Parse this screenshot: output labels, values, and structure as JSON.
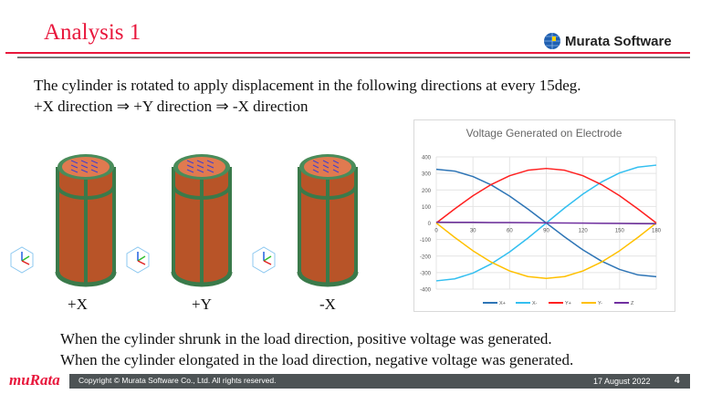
{
  "header": {
    "title": "Analysis 1",
    "brand": "Murata Software"
  },
  "intro": {
    "line1": "The cylinder is rotated to apply displacement in the following directions at every 15deg.",
    "line2": "+X direction ⇒ +Y direction ⇒ -X direction"
  },
  "cylinders": [
    {
      "label": "+X"
    },
    {
      "label": "+Y"
    },
    {
      "label": "-X"
    }
  ],
  "conclusion": {
    "line1": "When the cylinder shrunk in the load direction, positive voltage was generated.",
    "line2": "When the cylinder elongated in the load direction, negative voltage was generated."
  },
  "footer": {
    "logo": "muRata",
    "copyright": "Copyright © Murata Software Co., Ltd. All rights reserved.",
    "date": "17 August 2022",
    "page": "4"
  },
  "chart_data": {
    "type": "line",
    "title": "Voltage Generated on Electrode",
    "xlabel": "",
    "ylabel": "",
    "x": [
      0,
      15,
      30,
      45,
      60,
      75,
      90,
      105,
      120,
      135,
      150,
      165,
      180
    ],
    "xticks": [
      "0",
      "30",
      "60",
      "90",
      "120",
      "150",
      "180"
    ],
    "yticks": [
      "400",
      "300",
      "200",
      "100",
      "0",
      "-100",
      "-200",
      "-300",
      "-400"
    ],
    "xlim": [
      0,
      180
    ],
    "ylim": [
      -400,
      400
    ],
    "grid": true,
    "legend": "bottom",
    "series": [
      {
        "name": "X+",
        "color": "#2e75b6",
        "values": [
          325,
          314,
          281,
          230,
          163,
          84,
          0,
          -84,
          -163,
          -230,
          -281,
          -314,
          -325
        ]
      },
      {
        "name": "X-",
        "color": "#33bff0",
        "values": [
          -350,
          -338,
          -303,
          -247,
          -175,
          -91,
          0,
          91,
          175,
          247,
          303,
          338,
          350
        ]
      },
      {
        "name": "Y+",
        "color": "#ff2020",
        "values": [
          0,
          85,
          165,
          233,
          286,
          319,
          330,
          319,
          286,
          233,
          165,
          85,
          0
        ]
      },
      {
        "name": "Y-",
        "color": "#ffc000",
        "values": [
          0,
          -87,
          -168,
          -237,
          -290,
          -324,
          -335,
          -324,
          -290,
          -237,
          -168,
          -87,
          0
        ]
      },
      {
        "name": "Z",
        "color": "#7030a0",
        "values": [
          5,
          4,
          4,
          3,
          3,
          2,
          1,
          0,
          -1,
          -2,
          -3,
          -4,
          -5
        ]
      }
    ]
  }
}
